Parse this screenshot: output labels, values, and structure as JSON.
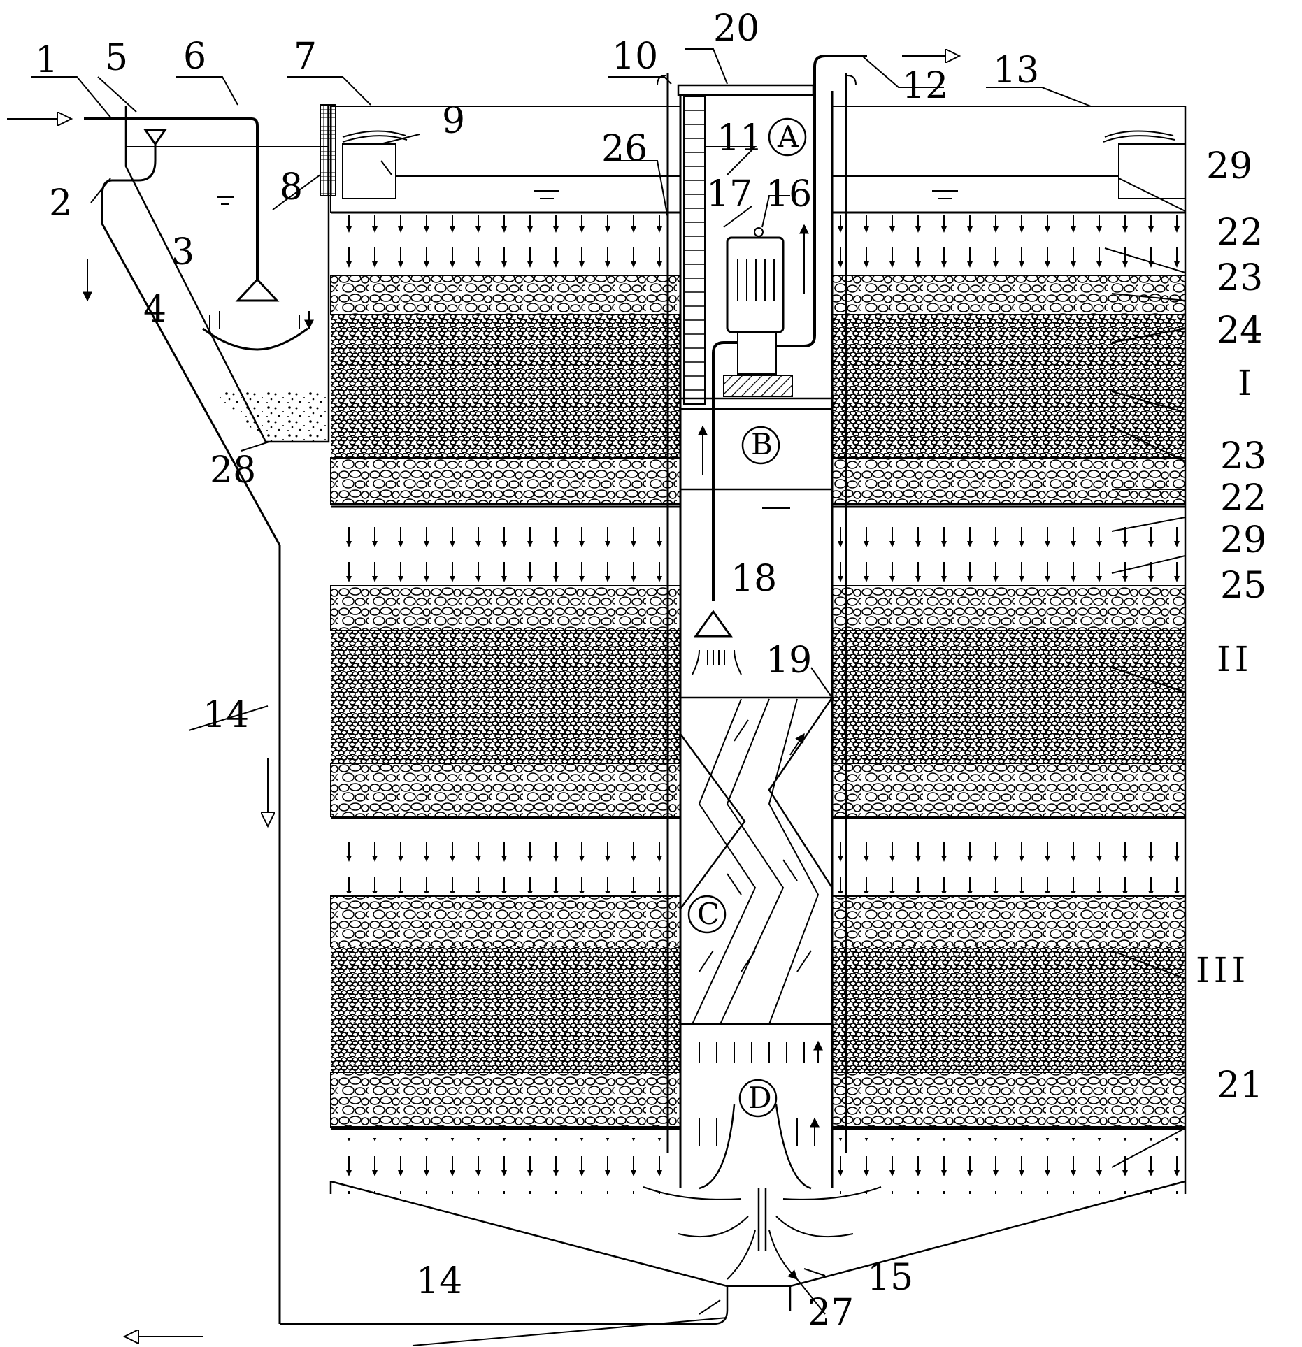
{
  "labels": {
    "l1": "1",
    "l2": "2",
    "l3": "3",
    "l4": "4",
    "l5": "5",
    "l6": "6",
    "l7": "7",
    "l8": "8",
    "l9": "9",
    "l10": "10",
    "l11": "11",
    "l12": "12",
    "l13": "13",
    "l14a": "14",
    "l14b": "14",
    "l15": "15",
    "l16": "16",
    "l17": "17",
    "l18": "18",
    "l19": "19",
    "l20": "20",
    "l21": "21",
    "l22a": "22",
    "l22b": "22",
    "l23a": "23",
    "l23b": "23",
    "l24": "24",
    "l25": "25",
    "l26": "26",
    "l27": "27",
    "l28": "28",
    "l29a": "29",
    "l29b": "29",
    "stageI": "I",
    "stageII": "II",
    "stageIII": "III"
  },
  "zones": {
    "A": "A",
    "B": "B",
    "C": "C",
    "D": "D"
  }
}
